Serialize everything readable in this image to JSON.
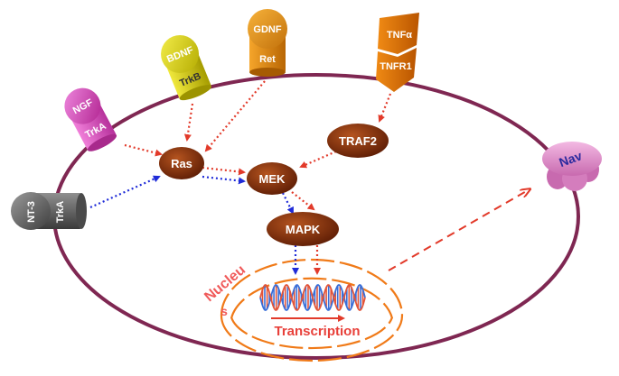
{
  "colors": {
    "cell_membrane": "#7f2752",
    "red_arrow": "#e23a2a",
    "blue_arrow": "#1f2bd8",
    "node_brown": "#7a2a08",
    "nucleus": "#f07a18",
    "dna_blue": "#3a6fd8",
    "dna_red": "#e2553a",
    "nucleus_text": "#f05a5a",
    "transcription_text": "#e8403a",
    "nav_pink": "#e49ad0"
  },
  "receptors": {
    "ngf": "NGF",
    "trka_top": "TrkA",
    "bdnf": "BDNF",
    "trkb": "TrkB",
    "gdnf": "GDNF",
    "ret": "Ret",
    "tnfa": "TNFα",
    "tnfr1": "TNFR1",
    "nt3": "NT-3",
    "trka_left": "TrkA"
  },
  "nodes": {
    "ras": "Ras",
    "mek": "MEK",
    "traf2": "TRAF2",
    "mapk": "MAPK"
  },
  "nucleus": {
    "label_line1": "Nucleu",
    "label_line2": "s",
    "transcription": "Transcription"
  },
  "channel": {
    "nav": "Nav"
  }
}
